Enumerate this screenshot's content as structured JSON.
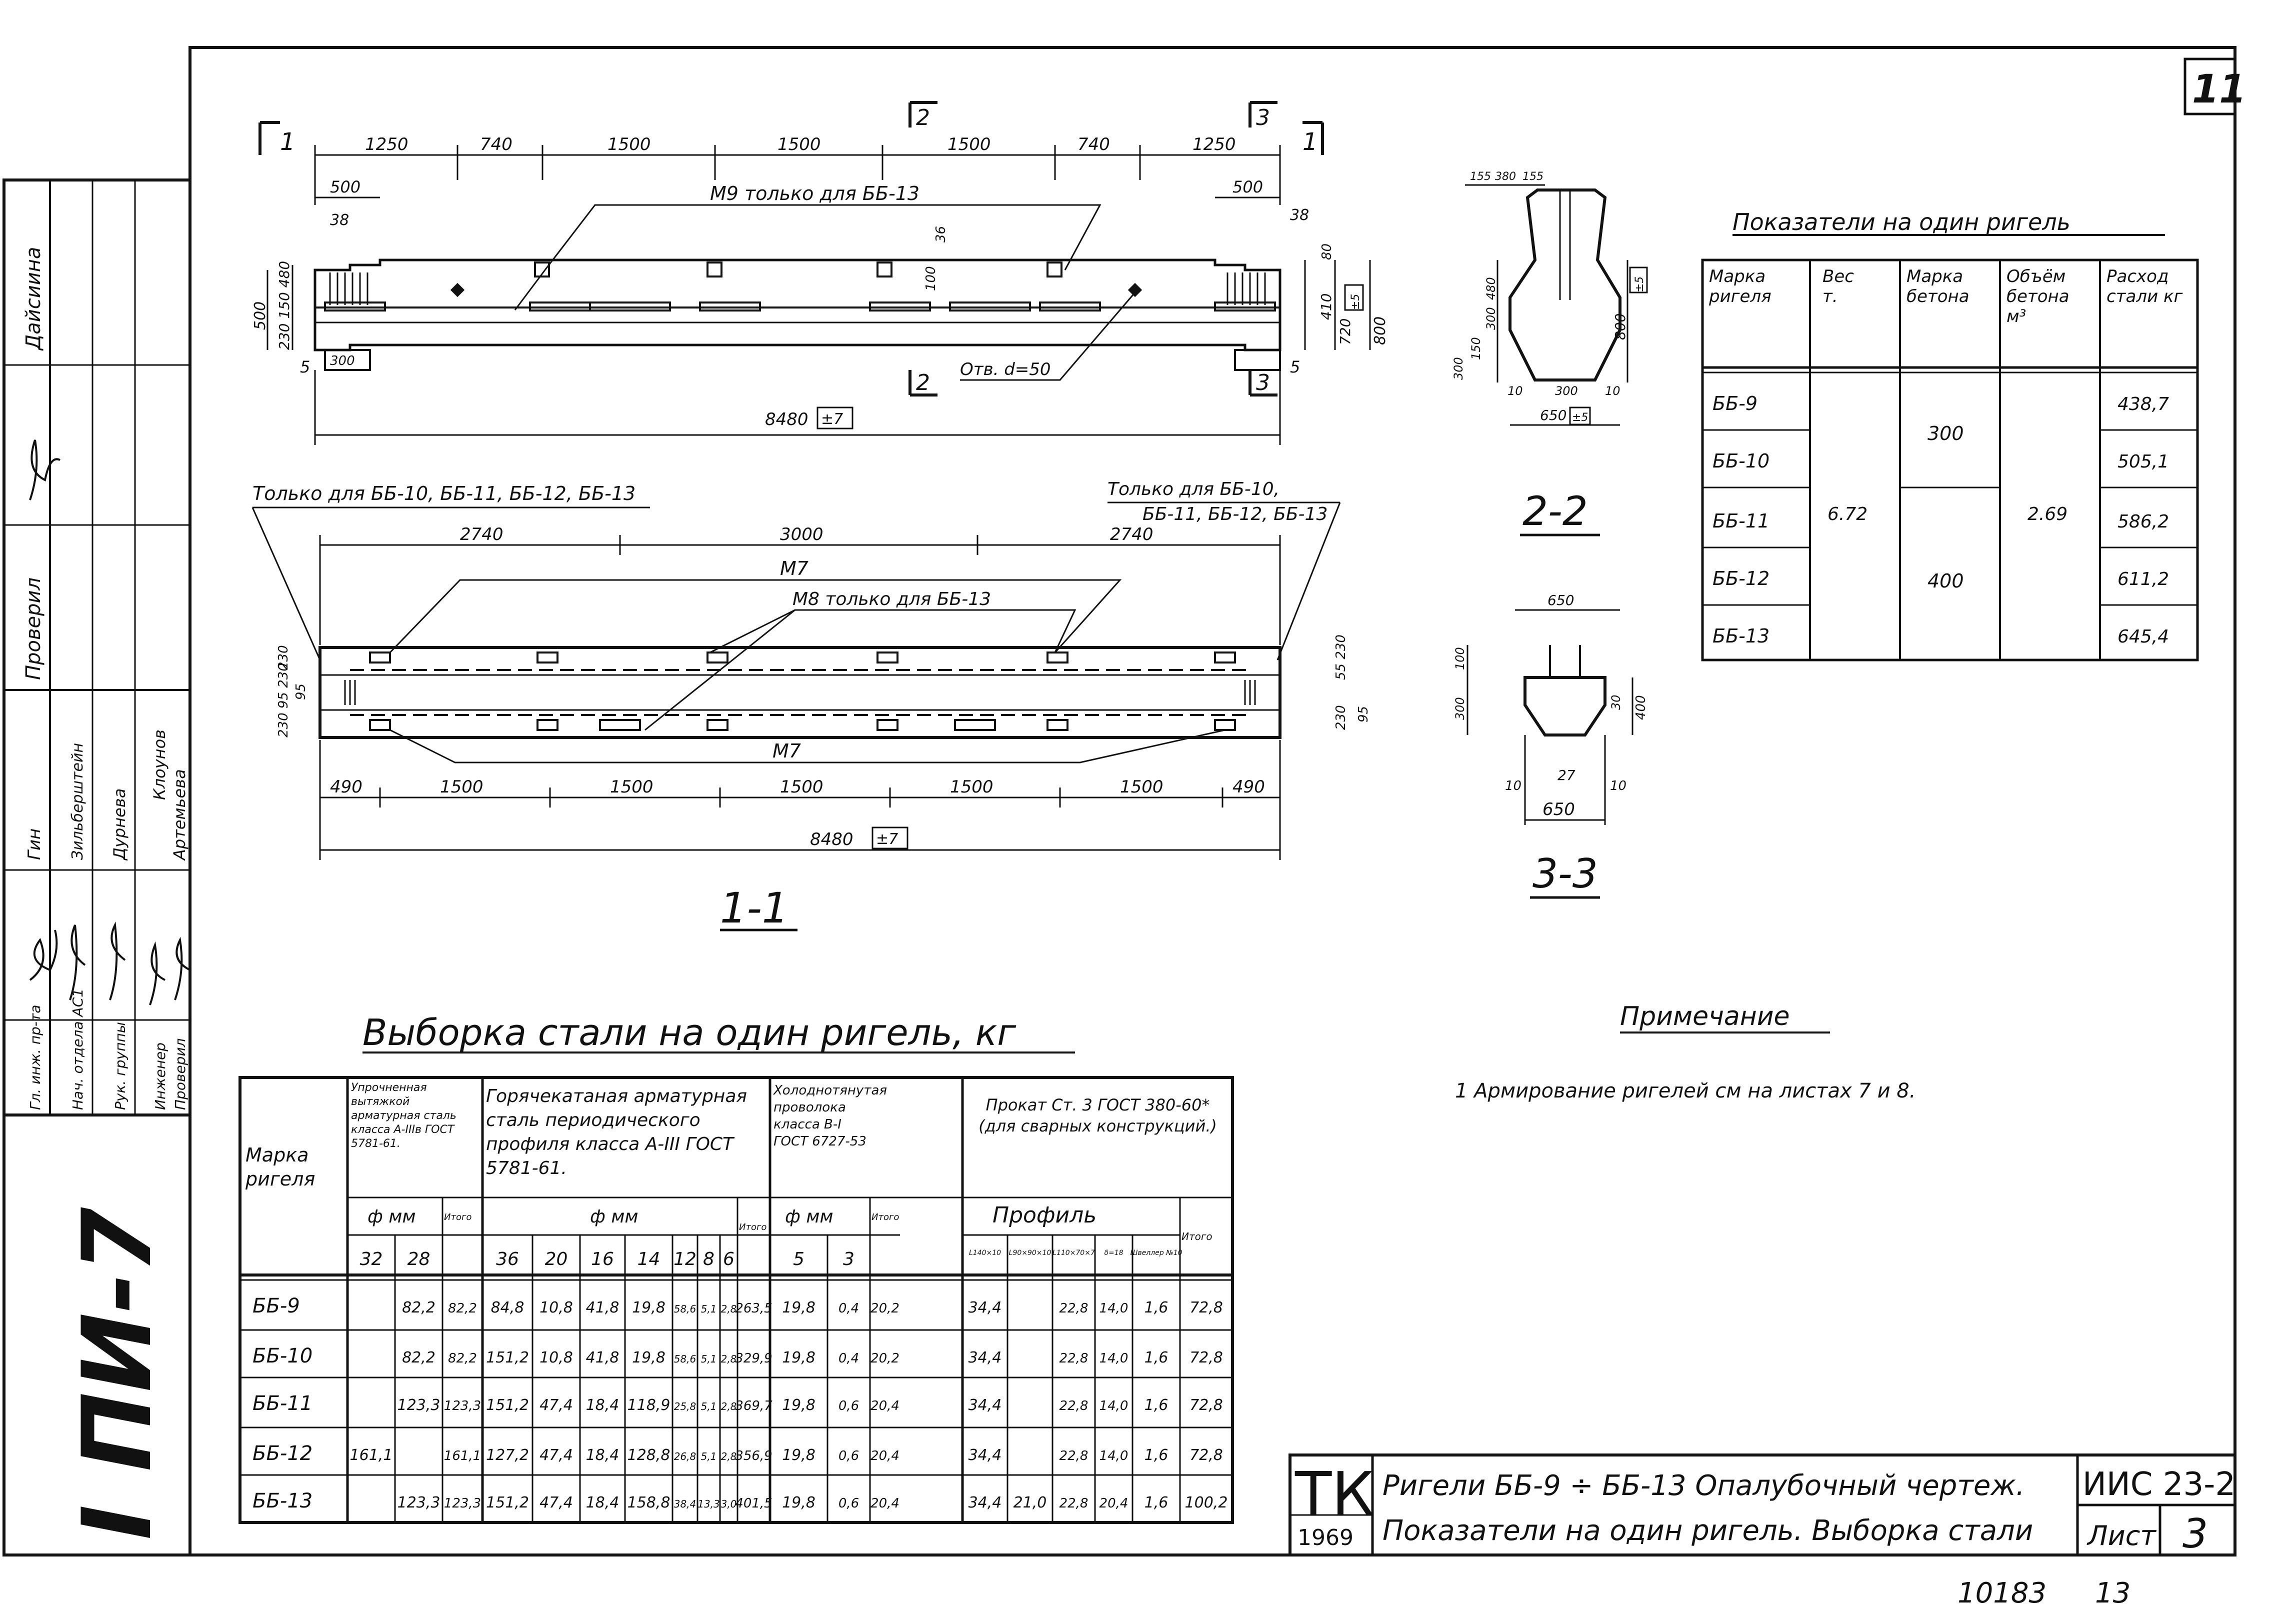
{
  "sheet_number_top": "11",
  "side_panel": {
    "series_code": "I ПИ-7",
    "roles": [
      "Гл. инж. пр-та",
      "Нач. отдела АС1",
      "Рук. группы",
      "Инженер",
      "Проверил"
    ],
    "names": [
      "Гин",
      "Зильберштейн",
      "Дурнева",
      "Клоунов",
      "Артемьева"
    ],
    "top_labels": [
      "Дайсиина",
      "Проверил"
    ]
  },
  "elevation": {
    "section_marks": [
      "1",
      "2",
      "3",
      "1",
      "2",
      "3"
    ],
    "top_dims": [
      "1250",
      "740",
      "1500",
      "1500",
      "1500",
      "740",
      "1250"
    ],
    "dim_500_left": "500",
    "dim_500_right": "500",
    "dim_38_left": "38",
    "dim_38_right": "38",
    "callout_m9": "М9 только для ББ-13",
    "callout_hole": "Отв. d=50",
    "dim_36": "36",
    "dim_100": "100",
    "left_dims": [
      "500",
      "230 150 480"
    ],
    "right_dims": [
      "80",
      "410",
      "720",
      "800"
    ],
    "dim_5_left": "5",
    "dim_5_right": "5",
    "dim_300": "300",
    "total_length": "8480",
    "tolerance": "±7",
    "tolerance_800": "±5"
  },
  "plan": {
    "note_left": "Только для ББ-10, ББ-11, ББ-12, ББ-13",
    "note_right_1": "Только для ББ-10,",
    "note_right_2": "ББ-11, ББ-12, ББ-13",
    "top_dims": [
      "2740",
      "3000",
      "2740"
    ],
    "callout_m7_top": "М7",
    "callout_m8": "М8 только для ББ-13",
    "callout_m7_bottom": "М7",
    "bottom_dims": [
      "490",
      "1500",
      "1500",
      "1500",
      "1500",
      "1500",
      "490"
    ],
    "left_dims": [
      "230",
      "95",
      "230 95 230"
    ],
    "right_dims": [
      "55 230",
      "230",
      "95"
    ],
    "total_length": "8480",
    "tolerance": "±7",
    "caption": "1-1"
  },
  "section22": {
    "top_dims": [
      "155",
      "380",
      "155"
    ],
    "left_dims": [
      "480",
      "300",
      "150",
      "300"
    ],
    "right_dims": [
      "±5",
      "800"
    ],
    "bottom_dims": [
      "10",
      "300",
      "10"
    ],
    "width": "650",
    "width_tol": "±5",
    "caption": "2-2"
  },
  "section33": {
    "top_dim": "650",
    "left_dims": [
      "300",
      "100"
    ],
    "right_dims": [
      "30",
      "400"
    ],
    "bottom_dims": [
      "10",
      "27",
      "10"
    ],
    "width": "650",
    "caption": "3-3"
  },
  "indicators": {
    "title": "Показатели на один ригель",
    "headers": [
      "Марка ригеля",
      "Вес т.",
      "Марка бетона",
      "Объём бетона м³",
      "Расход стали кг"
    ],
    "rows": [
      {
        "mark": "ББ-9",
        "steel": "438,7"
      },
      {
        "mark": "ББ-10",
        "steel": "505,1"
      },
      {
        "mark": "ББ-11",
        "steel": "586,2"
      },
      {
        "mark": "ББ-12",
        "steel": "611,2"
      },
      {
        "mark": "ББ-13",
        "steel": "645,4"
      }
    ],
    "weight": "6.72",
    "concrete_300": "300",
    "concrete_400": "400",
    "volume": "2.69"
  },
  "note": {
    "title": "Примечание",
    "text": "1 Армирование ригелей см на листах 7 и 8."
  },
  "steel_table": {
    "title": "Выборка стали на один ригель, кг",
    "h_mark": "Марка ригеля",
    "h_group1": "Упрочненная вытяжкой арматурная сталь класса А-IIIв ГОСТ 5781-61.",
    "h_group2": "Горячекатаная арматурная сталь периодического профиля класса А-III ГОСТ 5781-61.",
    "h_group3": "Холоднотянутая проволока класса В-I ГОСТ 6727-53",
    "h_group4": "Прокат Ст. 3 ГОСТ 380-60* (для сварных конструкций.)",
    "h_dia": "ф мм",
    "h_total": "Итого",
    "h_profile": "Профиль",
    "sub1": [
      "32",
      "28"
    ],
    "sub2": [
      "36",
      "20",
      "16",
      "14",
      "12",
      "8",
      "6"
    ],
    "sub3": [
      "5",
      "3"
    ],
    "sub4": [
      "L140×10",
      "L90×90×10",
      "L110×70×7",
      "δ=18",
      "Швеллер №10"
    ],
    "rows": [
      [
        "ББ-9",
        "",
        "82,2",
        "82,2",
        "84,8",
        "10,8",
        "41,8",
        "19,8",
        "58,6",
        "5,1",
        "2,8",
        "263,5",
        "19,8",
        "0,4",
        "20,2",
        "34,4",
        "",
        "22,8",
        "14,0",
        "1,6",
        "72,8"
      ],
      [
        "ББ-10",
        "",
        "82,2",
        "82,2",
        "151,2",
        "10,8",
        "41,8",
        "19,8",
        "58,6",
        "5,1",
        "2,8",
        "329,9",
        "19,8",
        "0,4",
        "20,2",
        "34,4",
        "",
        "22,8",
        "14,0",
        "1,6",
        "72,8"
      ],
      [
        "ББ-11",
        "",
        "123,3",
        "123,3",
        "151,2",
        "47,4",
        "18,4",
        "118,9",
        "25,8",
        "5,1",
        "2,8",
        "369,7",
        "19,8",
        "0,6",
        "20,4",
        "34,4",
        "",
        "22,8",
        "14,0",
        "1,6",
        "72,8"
      ],
      [
        "ББ-12",
        "161,1",
        "",
        "161,1",
        "127,2",
        "47,4",
        "18,4",
        "128,8",
        "26,8",
        "5,1",
        "2,8",
        "356,9",
        "19,8",
        "0,6",
        "20,4",
        "34,4",
        "",
        "22,8",
        "14,0",
        "1,6",
        "72,8"
      ],
      [
        "ББ-13",
        "",
        "123,3",
        "123,3",
        "151,2",
        "47,4",
        "18,4",
        "158,8",
        "38,4",
        "13,3",
        "3,0",
        "401,5",
        "19,8",
        "0,6",
        "20,4",
        "34,4",
        "21,0",
        "22,8",
        "20,4",
        "1,6",
        "100,2"
      ]
    ]
  },
  "title_block": {
    "logo": "ТК",
    "year": "1969",
    "line1": "Ригели ББ-9 ÷ ББ-13 Опалубочный чертеж.",
    "line2": "Показатели на один ригель. Выборка стали",
    "code": "ИИС 23-2",
    "sheet_label": "Лист",
    "sheet_no": "3"
  },
  "footer": {
    "inventory": "10183",
    "page": "13"
  }
}
